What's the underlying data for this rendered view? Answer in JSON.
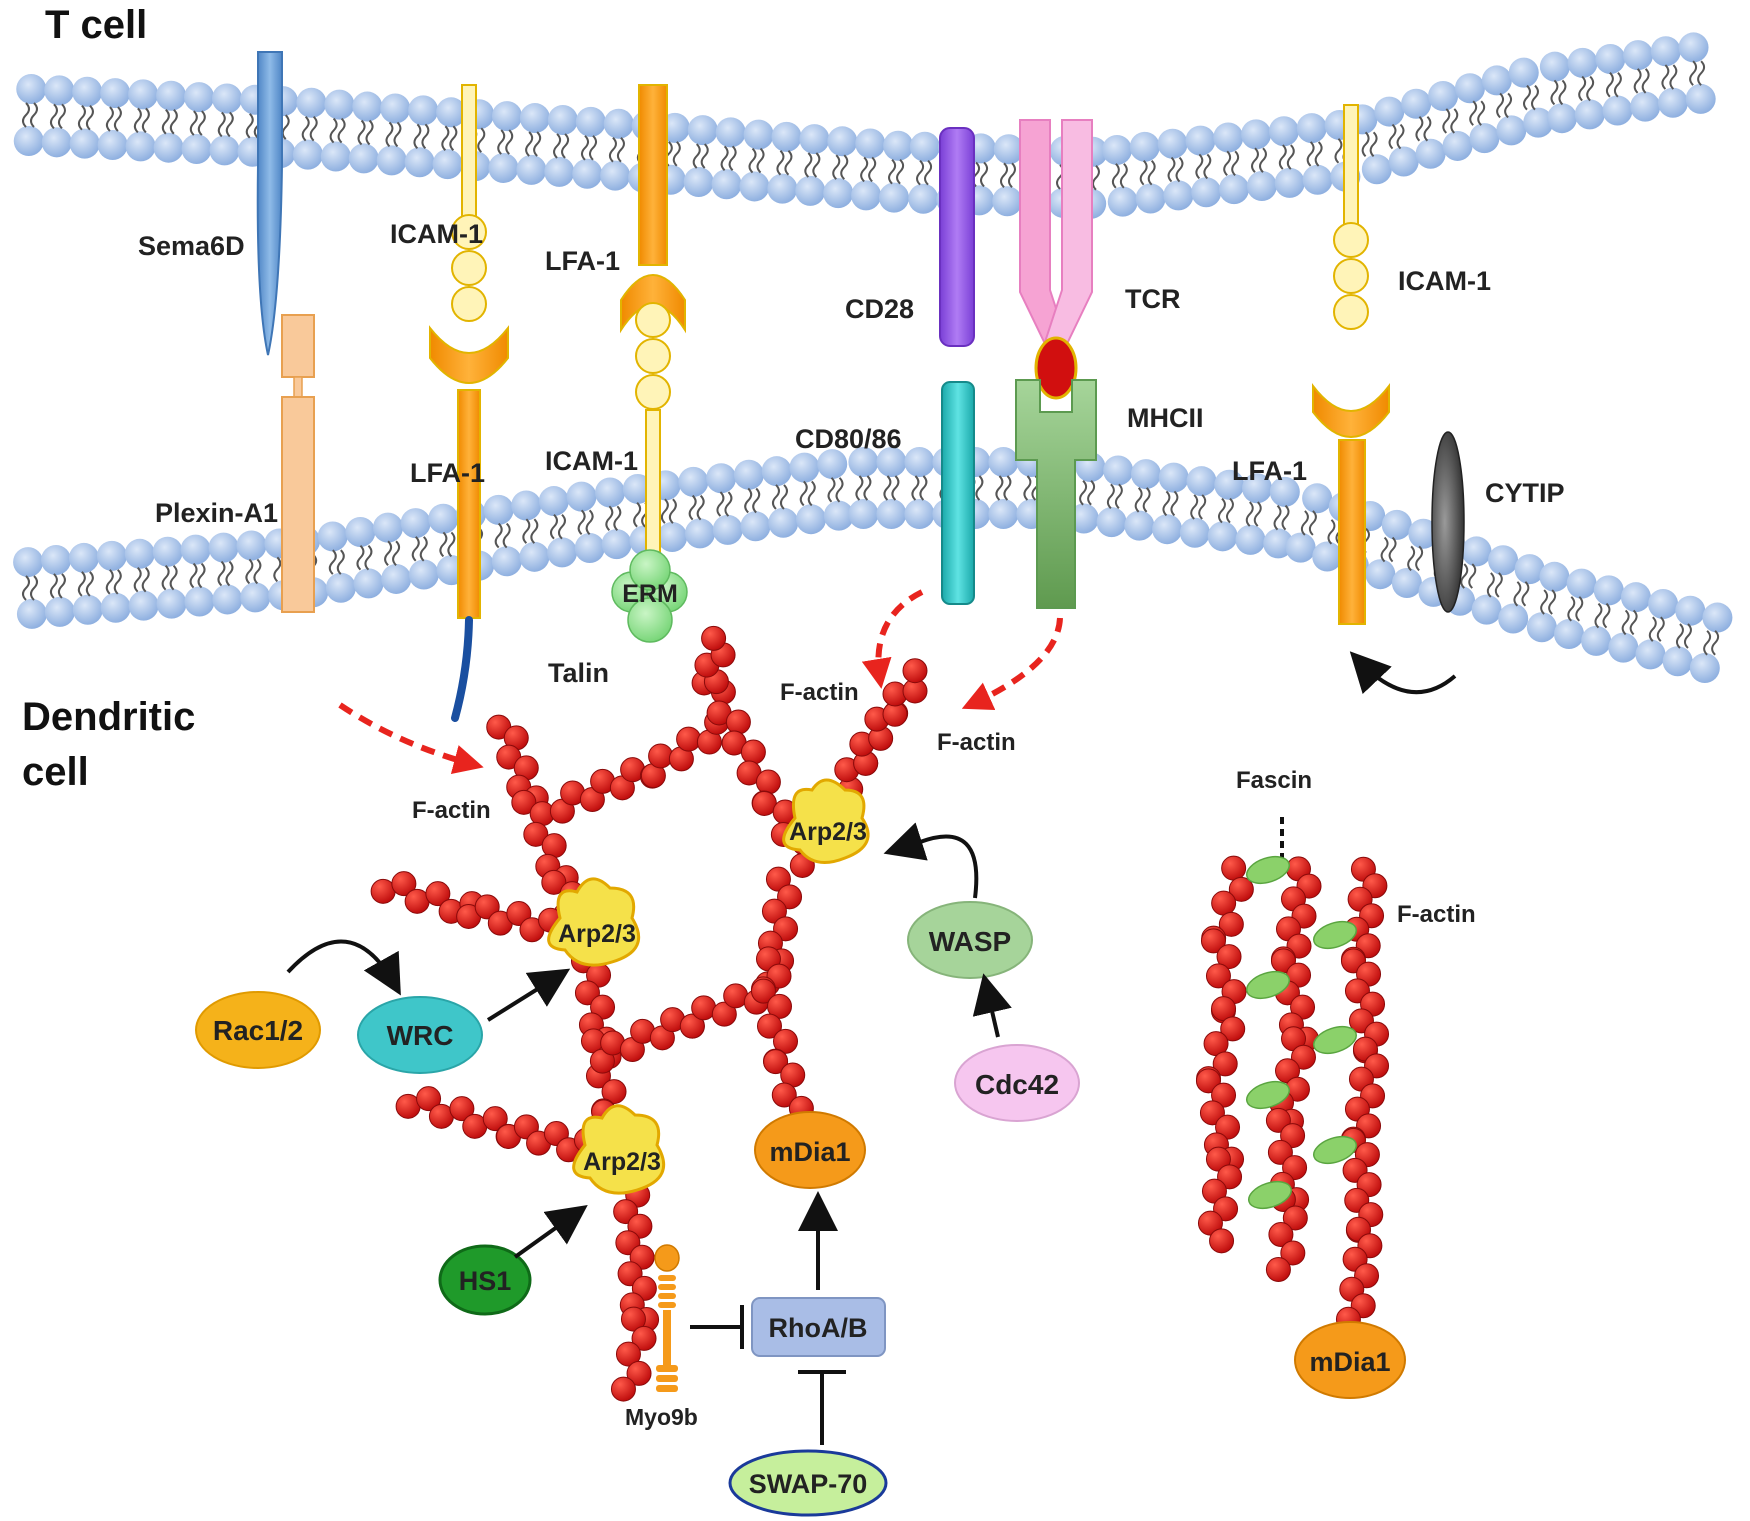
{
  "cells": {
    "t_cell": "T cell",
    "dendritic_line1": "Dendritic",
    "dendritic_line2": "cell"
  },
  "receptors": {
    "sema6d": "Sema6D",
    "plexin_a1": "Plexin-A1",
    "icam1_top_left": "ICAM-1",
    "lfa1_bottom_left": "LFA-1",
    "lfa1_top_mid": "LFA-1",
    "icam1_bottom_mid": "ICAM-1",
    "cd28": "CD28",
    "cd80_86": "CD80/86",
    "tcr": "TCR",
    "mhcii": "MHCII",
    "icam1_top_right": "ICAM-1",
    "lfa1_bottom_right": "LFA-1",
    "cytip": "CYTIP"
  },
  "adaptors": {
    "talin": "Talin",
    "erm": "ERM"
  },
  "factin_labels": {
    "left": "F-actin",
    "mid": "F-actin",
    "right": "F-actin",
    "bundle": "F-actin",
    "fascin": "Fascin"
  },
  "arp23": {
    "upper": "Arp2/3",
    "middle": "Arp2/3",
    "lower": "Arp2/3"
  },
  "regulators": {
    "rac12": "Rac1/2",
    "wrc": "WRC",
    "wasp": "WASP",
    "cdc42": "Cdc42",
    "hs1": "HS1",
    "mdia1_center": "mDia1",
    "mdia1_bundle": "mDia1",
    "rhoab": "RhoA/B",
    "swap70": "SWAP-70",
    "myo9b": "Myo9b"
  },
  "colors": {
    "membrane_bead": "#a9c4ea",
    "actin_bead": "#d91b1b",
    "arp23_fill": "#f5e14a",
    "signal_arrow": "#e8241e",
    "sema6d": "#6fa2d8",
    "plexin": "#f9c99a",
    "lfa1": "#f59a0a",
    "icam1": "#fff4b8",
    "cd28": "#9a5fe6",
    "cd80": "#2fc7c7",
    "tcr": "#f6a3d3",
    "mhcii": "#8bc07a",
    "cytip": "#555555",
    "erm": "#98e298",
    "rac12": "#f5b21a",
    "wrc": "#3fc6c9",
    "wasp": "#a6d49a",
    "cdc42": "#f6c6ef",
    "hs1": "#1f9a2a",
    "mdia1": "#f59a1a",
    "rhoab": "#a9bde6",
    "swap70": "#c6ef9c",
    "fascin": "#8bd16a"
  },
  "icons": {
    "activation_arrow": "black-curved-arrow",
    "inhibition": "t-bar-inhibitor",
    "signal": "red-dashed-arrow"
  }
}
